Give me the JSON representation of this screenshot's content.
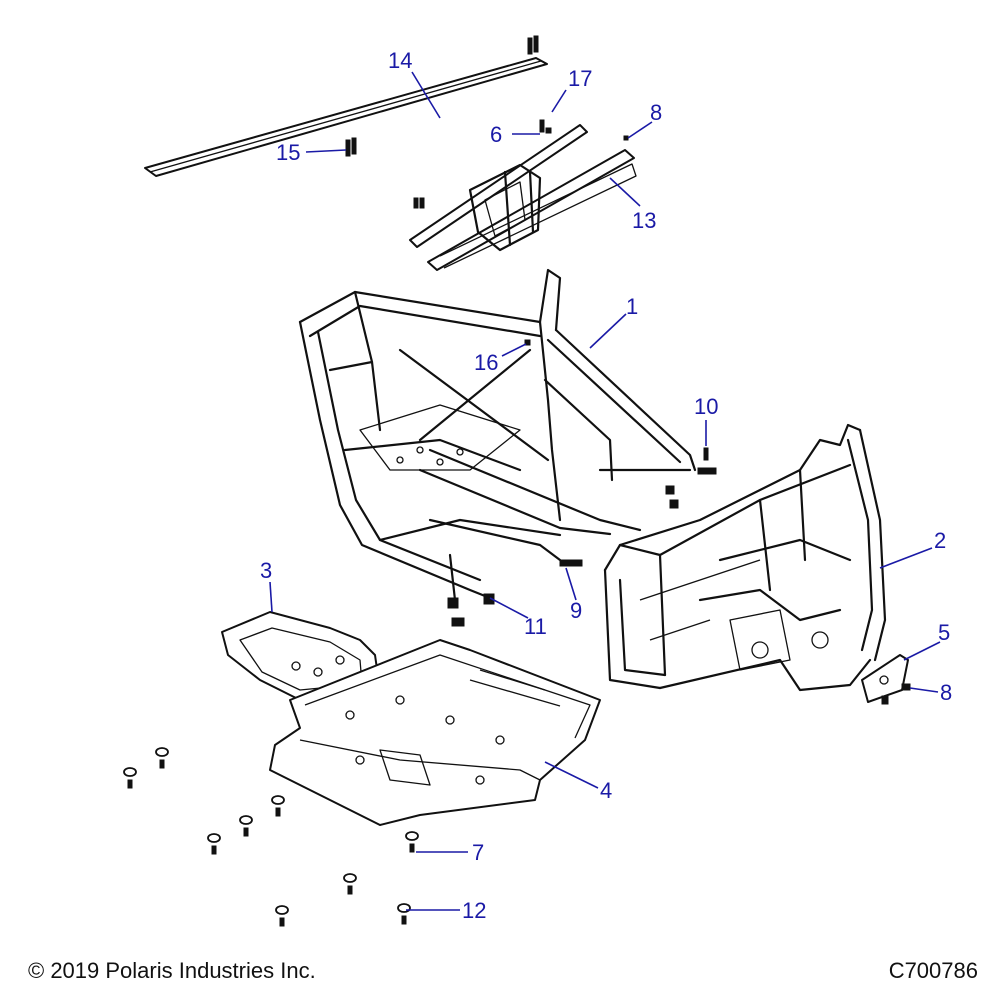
{
  "callouts": [
    {
      "id": "c1",
      "label": "1"
    },
    {
      "id": "c2",
      "label": "2"
    },
    {
      "id": "c3",
      "label": "3"
    },
    {
      "id": "c4",
      "label": "4"
    },
    {
      "id": "c5",
      "label": "5"
    },
    {
      "id": "c6",
      "label": "6"
    },
    {
      "id": "c7",
      "label": "7"
    },
    {
      "id": "c8a",
      "label": "8"
    },
    {
      "id": "c8b",
      "label": "8"
    },
    {
      "id": "c9",
      "label": "9"
    },
    {
      "id": "c10",
      "label": "10"
    },
    {
      "id": "c11",
      "label": "11"
    },
    {
      "id": "c12",
      "label": "12"
    },
    {
      "id": "c13",
      "label": "13"
    },
    {
      "id": "c14",
      "label": "14"
    },
    {
      "id": "c15",
      "label": "15"
    },
    {
      "id": "c16",
      "label": "16"
    },
    {
      "id": "c17",
      "label": "17"
    }
  ],
  "footer": {
    "copyright": "© 2019 Polaris Industries Inc.",
    "drawing_number": "C700786"
  },
  "colors": {
    "callout": "#1a1aa6",
    "linework": "#111111",
    "background": "#ffffff"
  }
}
